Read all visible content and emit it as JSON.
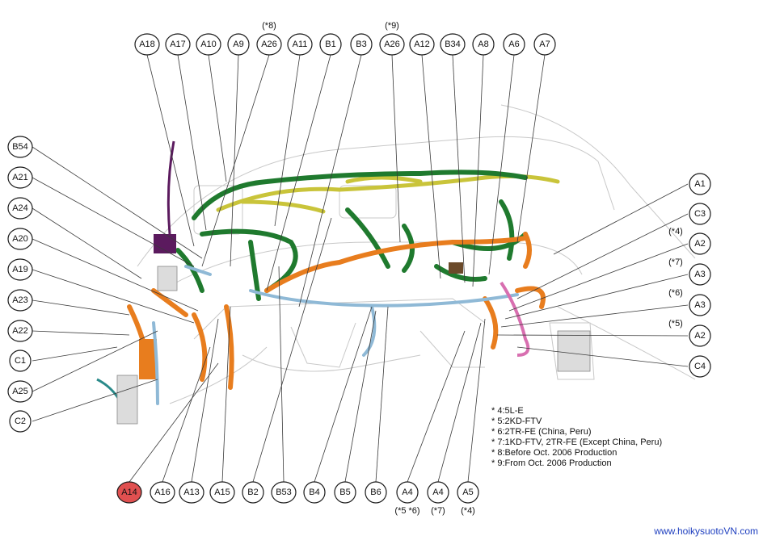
{
  "connectors_top": [
    {
      "id": "A18",
      "variant": ""
    },
    {
      "id": "A17",
      "variant": ""
    },
    {
      "id": "A10",
      "variant": ""
    },
    {
      "id": "A9",
      "variant": ""
    },
    {
      "id": "A26",
      "variant": "(*8)"
    },
    {
      "id": "A11",
      "variant": ""
    },
    {
      "id": "B1",
      "variant": ""
    },
    {
      "id": "B3",
      "variant": ""
    },
    {
      "id": "A26",
      "variant": "(*9)"
    },
    {
      "id": "A12",
      "variant": ""
    },
    {
      "id": "B34",
      "variant": ""
    },
    {
      "id": "A8",
      "variant": ""
    },
    {
      "id": "A6",
      "variant": ""
    },
    {
      "id": "A7",
      "variant": ""
    }
  ],
  "connectors_left": [
    {
      "id": "B54"
    },
    {
      "id": "A21"
    },
    {
      "id": "A24"
    },
    {
      "id": "A20"
    },
    {
      "id": "A19"
    },
    {
      "id": "A23"
    },
    {
      "id": "A22"
    },
    {
      "id": "C1"
    },
    {
      "id": "A25"
    },
    {
      "id": "C2"
    }
  ],
  "connectors_right": [
    {
      "id": "A1",
      "variant": ""
    },
    {
      "id": "C3",
      "variant": ""
    },
    {
      "id": "A2",
      "variant": "(*4)"
    },
    {
      "id": "A3",
      "variant": "(*7)"
    },
    {
      "id": "A3",
      "variant": "(*6)"
    },
    {
      "id": "A2",
      "variant": "(*5)"
    },
    {
      "id": "C4",
      "variant": ""
    }
  ],
  "connectors_bottom": [
    {
      "id": "A14",
      "variant": "",
      "highlight": true
    },
    {
      "id": "A16",
      "variant": ""
    },
    {
      "id": "A13",
      "variant": ""
    },
    {
      "id": "A15",
      "variant": ""
    },
    {
      "id": "B2",
      "variant": ""
    },
    {
      "id": "B53",
      "variant": ""
    },
    {
      "id": "B4",
      "variant": ""
    },
    {
      "id": "B5",
      "variant": ""
    },
    {
      "id": "B6",
      "variant": ""
    },
    {
      "id": "A4",
      "variant": "(*5 *6)"
    },
    {
      "id": "A4",
      "variant": "(*7)"
    },
    {
      "id": "A5",
      "variant": "(*4)"
    }
  ],
  "notes": [
    "* 4:5L-E",
    "* 5:2KD-FTV",
    "* 6:2TR-FE (China, Peru)",
    "* 7:1KD-FTV, 2TR-FE (Except China, Peru)",
    "* 8:Before Oct. 2006 Production",
    "* 9:From Oct. 2006 Production"
  ],
  "watermark": "www.hoikysuotoVN.com",
  "colors": {
    "harness_green": "#1f7a2e",
    "harness_yellow": "#c9c43a",
    "harness_orange": "#e87d1e",
    "harness_blue": "#8fb9d6",
    "harness_purple": "#5b1a5e",
    "harness_pink": "#d86fb0",
    "harness_brown": "#6b4a2a",
    "highlight": "#e05050",
    "outline": "#c8c8c8"
  }
}
